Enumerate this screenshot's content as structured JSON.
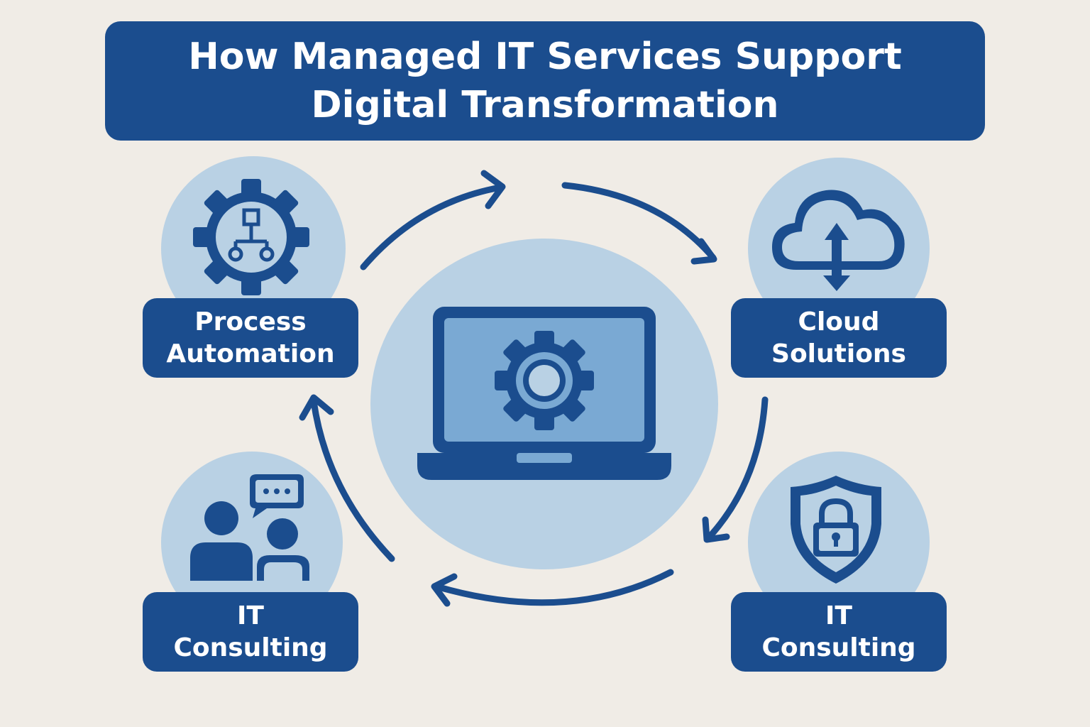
{
  "title": {
    "line1": "How Managed IT Services Support",
    "line2": "Digital Transformation"
  },
  "nodes": [
    {
      "id": "process-automation",
      "icon": "gear-flowchart-icon",
      "line1": "Process",
      "line2": "Automation"
    },
    {
      "id": "cloud-solutions",
      "icon": "cloud-upload-download-icon",
      "line1": "Cloud",
      "line2": "Solutions"
    },
    {
      "id": "it-consulting-security",
      "icon": "shield-lock-icon",
      "line1": "IT",
      "line2": "Consulting"
    },
    {
      "id": "it-consulting-people",
      "icon": "people-chat-icon",
      "line1": "IT",
      "line2": "Consulting"
    }
  ],
  "center": {
    "icon": "laptop-gear-icon"
  },
  "colors": {
    "background": "#f0ece6",
    "primary": "#1b4d8e",
    "circle": "#b9d1e4",
    "screen": "#7aa9d3",
    "text": "#ffffff"
  }
}
